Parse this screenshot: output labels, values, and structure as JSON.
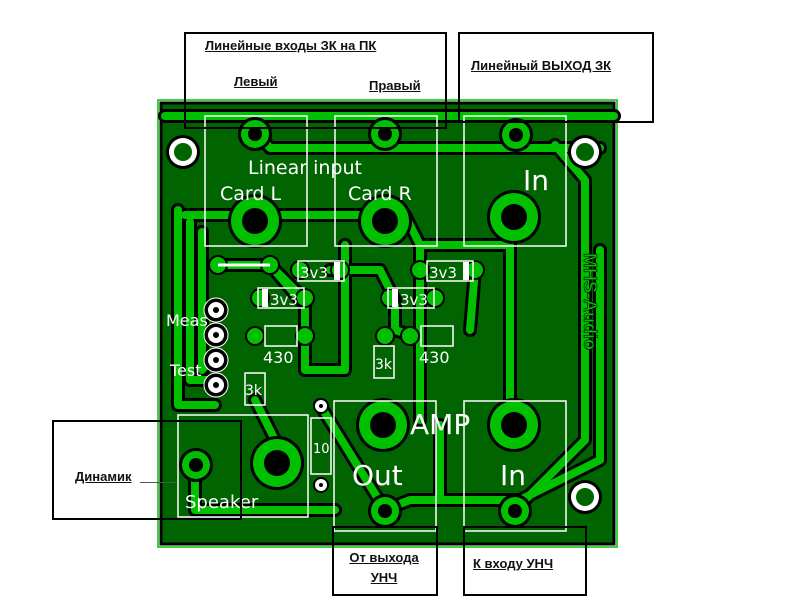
{
  "colors": {
    "board": "#006400",
    "copper": "#00c000",
    "outline": "#000000",
    "silkscreen": "#ffffff",
    "callout_border": "#000000"
  },
  "callouts": {
    "linear_inputs_title": "Линейные входы ЗК на ПК",
    "left": "Левый",
    "right": "Правый",
    "linear_output": "Линейный ВЫХОД ЗК",
    "speaker": "Динамик",
    "amp_output_line1": "От выхода",
    "amp_output_line2": "УНЧ",
    "amp_input": "К входу УНЧ"
  },
  "silkscreen": {
    "linear_input": "Linear input",
    "card_l": "Card L",
    "card_r": "Card R",
    "out_in": "In",
    "amp": "AMP",
    "amp_out": "Out",
    "amp_in": "In",
    "speaker": "Speaker",
    "meas": "Meas",
    "test": "Test",
    "brand": "MHS-Audio",
    "components": {
      "zener_1": "3v3",
      "zener_2": "3v3",
      "zener_3": "3v3",
      "zener_4": "3v3",
      "res_430_left": "430",
      "res_430_right": "430",
      "res_3k_left": "3k",
      "res_3k_right": "3k",
      "res_10": "10"
    }
  }
}
